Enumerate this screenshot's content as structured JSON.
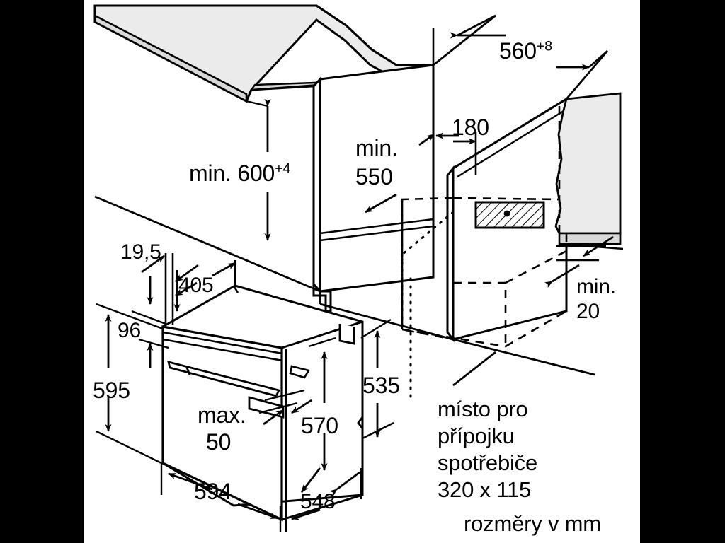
{
  "document": {
    "type": "appliance-installation-dimension-diagram",
    "units_note": "rozměry v mm",
    "language": "cs"
  },
  "colors": {
    "line": "#000000",
    "paper": "#ffffff",
    "letterbox": "#000000",
    "panel_fill": "#ebebeb",
    "panel_edge_fill": "#d9d9d9"
  },
  "labels": {
    "niche_depth": {
      "value": "560",
      "tolerance": "+8"
    },
    "niche_height": {
      "prefix": "min. ",
      "value": "600",
      "tolerance": "+4"
    },
    "niche_width_min_line1": "min.",
    "niche_width_min_line2": "550",
    "socket_offset": "180",
    "rear_gap_line1": "min.",
    "rear_gap_line2": "20",
    "front_frame_thickness": "19,5",
    "control_panel_width": "405",
    "control_panel_height": "96",
    "appliance_height": "595",
    "appliance_body_height": "535",
    "door_to_body_height": "570",
    "handle_clearance_line1": "max.",
    "handle_clearance_line2": "50",
    "appliance_width": "594",
    "appliance_depth": "548",
    "connection_note": [
      "místo pro",
      "přípojku",
      "spotřebiče",
      "320 x 115"
    ],
    "units_note": "rozměry v mm"
  },
  "chart_data": {
    "type": "table",
    "title": "Vestavná trouba – instalační rozměry",
    "xlabel": "",
    "ylabel": "",
    "categories": [
      "560+8",
      "min. 600+4",
      "min. 550",
      "180",
      "min. 20",
      "19,5",
      "405",
      "96",
      "595",
      "535",
      "570",
      "max. 50",
      "594",
      "548",
      "320 x 115"
    ],
    "values": [
      560,
      600,
      550,
      180,
      20,
      19.5,
      405,
      96,
      595,
      535,
      570,
      50,
      594,
      548,
      320
    ],
    "annotations": [
      "rozměry v mm",
      "místo pro přípojku spotřebiče 320 x 115"
    ]
  }
}
